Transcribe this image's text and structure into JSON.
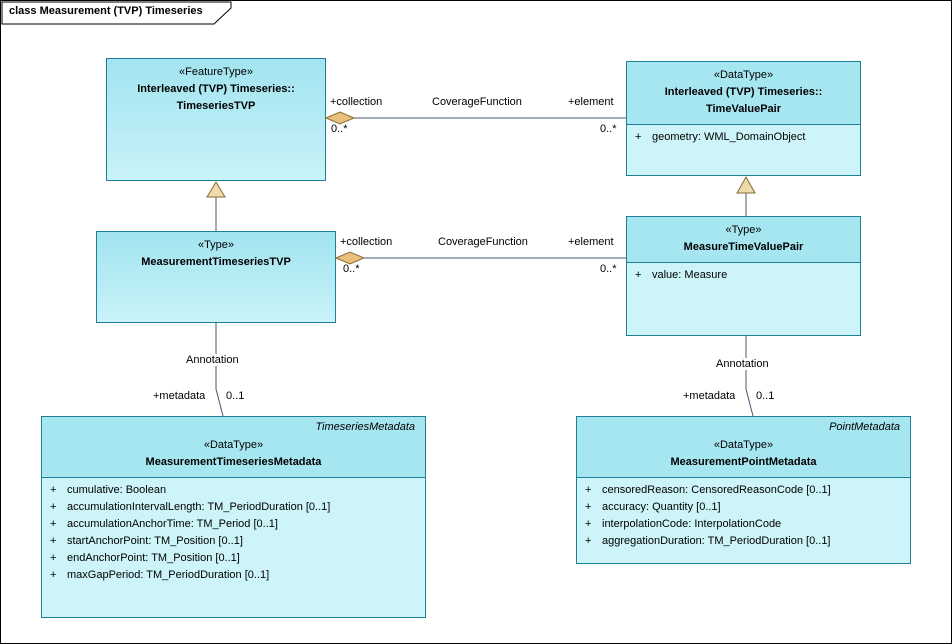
{
  "frame": {
    "title": "class Measurement (TVP) Timeseries"
  },
  "colors": {
    "box_header_fill": "#a6e6f1",
    "box_body_fill": "#cdf4f8",
    "box_border": "#1f7f96",
    "connector_line": "#43586e",
    "arrow_fill": "#e8c07c",
    "arrow_stroke": "#8a6a33"
  },
  "classes": {
    "timeseries_tvp": {
      "stereotype": "«FeatureType»",
      "name1": "Interleaved (TVP) Timeseries::",
      "name2": "TimeseriesTVP"
    },
    "time_value_pair": {
      "stereotype": "«DataType»",
      "name1": "Interleaved (TVP) Timeseries::",
      "name2": "TimeValuePair",
      "attributes": [
        {
          "vis": "+",
          "text": "geometry: WML_DomainObject"
        }
      ]
    },
    "measurement_timeseries_tvp": {
      "stereotype": "«Type»",
      "name": "MeasurementTimeseriesTVP"
    },
    "measure_time_value_pair": {
      "stereotype": "«Type»",
      "name": "MeasureTimeValuePair",
      "attributes": [
        {
          "vis": "+",
          "text": "value: Measure"
        }
      ]
    },
    "measurement_timeseries_metadata": {
      "tag": "TimeseriesMetadata",
      "stereotype": "«DataType»",
      "name": "MeasurementTimeseriesMetadata",
      "attributes": [
        {
          "vis": "+",
          "text": "cumulative: Boolean"
        },
        {
          "vis": "+",
          "text": "accumulationIntervalLength: TM_PeriodDuration [0..1]"
        },
        {
          "vis": "+",
          "text": "accumulationAnchorTime: TM_Period [0..1]"
        },
        {
          "vis": "+",
          "text": "startAnchorPoint: TM_Position [0..1]"
        },
        {
          "vis": "+",
          "text": "endAnchorPoint: TM_Position [0..1]"
        },
        {
          "vis": "+",
          "text": "maxGapPeriod: TM_PeriodDuration [0..1]"
        }
      ]
    },
    "measurement_point_metadata": {
      "tag": "PointMetadata",
      "stereotype": "«DataType»",
      "name": "MeasurementPointMetadata",
      "attributes": [
        {
          "vis": "+",
          "text": "censoredReason: CensoredReasonCode [0..1]"
        },
        {
          "vis": "+",
          "text": "accuracy: Quantity [0..1]"
        },
        {
          "vis": "+",
          "text": "interpolationCode: InterpolationCode"
        },
        {
          "vis": "+",
          "text": "aggregationDuration: TM_PeriodDuration [0..1]"
        }
      ]
    }
  },
  "connectors": {
    "coverage_top": {
      "source_role": "+collection",
      "source_mult": "0..*",
      "name": "CoverageFunction",
      "target_role": "+element",
      "target_mult": "0..*"
    },
    "coverage_bottom": {
      "source_role": "+collection",
      "source_mult": "0..*",
      "name": "CoverageFunction",
      "target_role": "+element",
      "target_mult": "0..*"
    },
    "annotation_left": {
      "name": "Annotation",
      "target_role": "+metadata",
      "target_mult": "0..1"
    },
    "annotation_right": {
      "name": "Annotation",
      "target_role": "+metadata",
      "target_mult": "0..1"
    }
  }
}
